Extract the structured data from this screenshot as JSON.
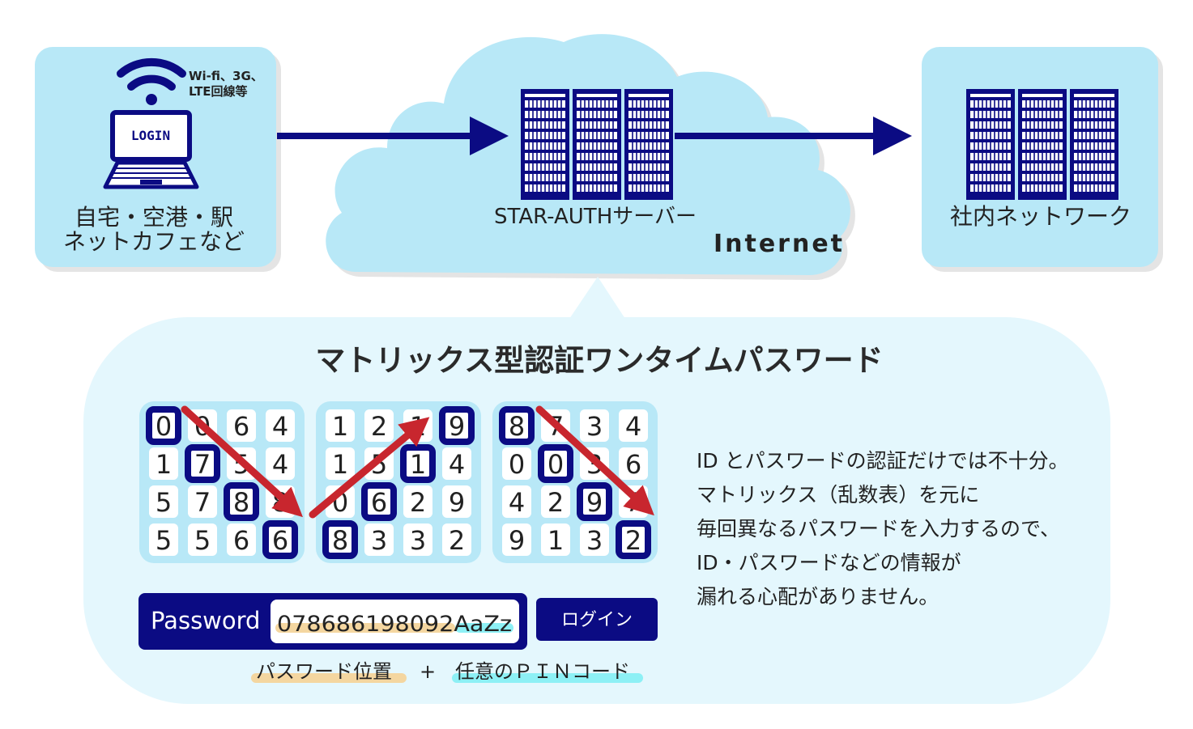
{
  "colors": {
    "light_blue": "#b8e8f7",
    "navy": "#0b0b83",
    "arrow_red": "#c8262e",
    "gold_highlight": "#f4d6a0",
    "cyan_highlight": "#8df0f5",
    "shadow": "#e4e4e4"
  },
  "client": {
    "wifi_note_line1": "Wi-fi、3G、",
    "wifi_note_line2": "LTE回線等",
    "screen_text": "LOGIN",
    "caption_line1": "自宅・空港・駅",
    "caption_line2": "ネットカフェなど",
    "icons": [
      "wifi-icon",
      "laptop-icon"
    ]
  },
  "cloud": {
    "server_label": "STAR-AUTHサーバー",
    "internet_label": "Internet",
    "icons": [
      "server-rack-icon"
    ]
  },
  "corporate": {
    "caption": "社内ネットワーク",
    "icons": [
      "server-rack-icon"
    ]
  },
  "bubble": {
    "title": "マトリックス型認証ワンタイムパスワード",
    "matrices": [
      {
        "rows": [
          [
            "0",
            "0",
            "6",
            "4"
          ],
          [
            "1",
            "7",
            "5",
            "4"
          ],
          [
            "5",
            "7",
            "8",
            "8"
          ],
          [
            "5",
            "5",
            "6",
            "6"
          ]
        ],
        "selected": [
          [
            0,
            0
          ],
          [
            1,
            1
          ],
          [
            2,
            2
          ],
          [
            3,
            3
          ]
        ]
      },
      {
        "rows": [
          [
            "1",
            "2",
            "1",
            "9"
          ],
          [
            "1",
            "5",
            "1",
            "4"
          ],
          [
            "0",
            "6",
            "2",
            "9"
          ],
          [
            "8",
            "3",
            "3",
            "2"
          ]
        ],
        "selected": [
          [
            0,
            3
          ],
          [
            1,
            2
          ],
          [
            2,
            1
          ],
          [
            3,
            0
          ]
        ]
      },
      {
        "rows": [
          [
            "8",
            "7",
            "3",
            "4"
          ],
          [
            "0",
            "0",
            "3",
            "6"
          ],
          [
            "4",
            "2",
            "9",
            "7"
          ],
          [
            "9",
            "1",
            "3",
            "2"
          ]
        ],
        "selected": [
          [
            0,
            0
          ],
          [
            1,
            1
          ],
          [
            2,
            2
          ],
          [
            3,
            3
          ]
        ]
      }
    ],
    "password_label": "Password",
    "password_value": "078686198092AaZz",
    "login_button": "ログイン",
    "legend_position": "パスワード位置",
    "legend_plus": "+",
    "legend_pin": "任意のＰＩＮコード",
    "description": [
      "ID とパスワードの認証だけでは不十分。",
      "マトリックス（乱数表）を元に",
      "毎回異なるパスワードを入力するので、",
      "ID・パスワードなどの情報が",
      "漏れる心配がありません。"
    ]
  }
}
